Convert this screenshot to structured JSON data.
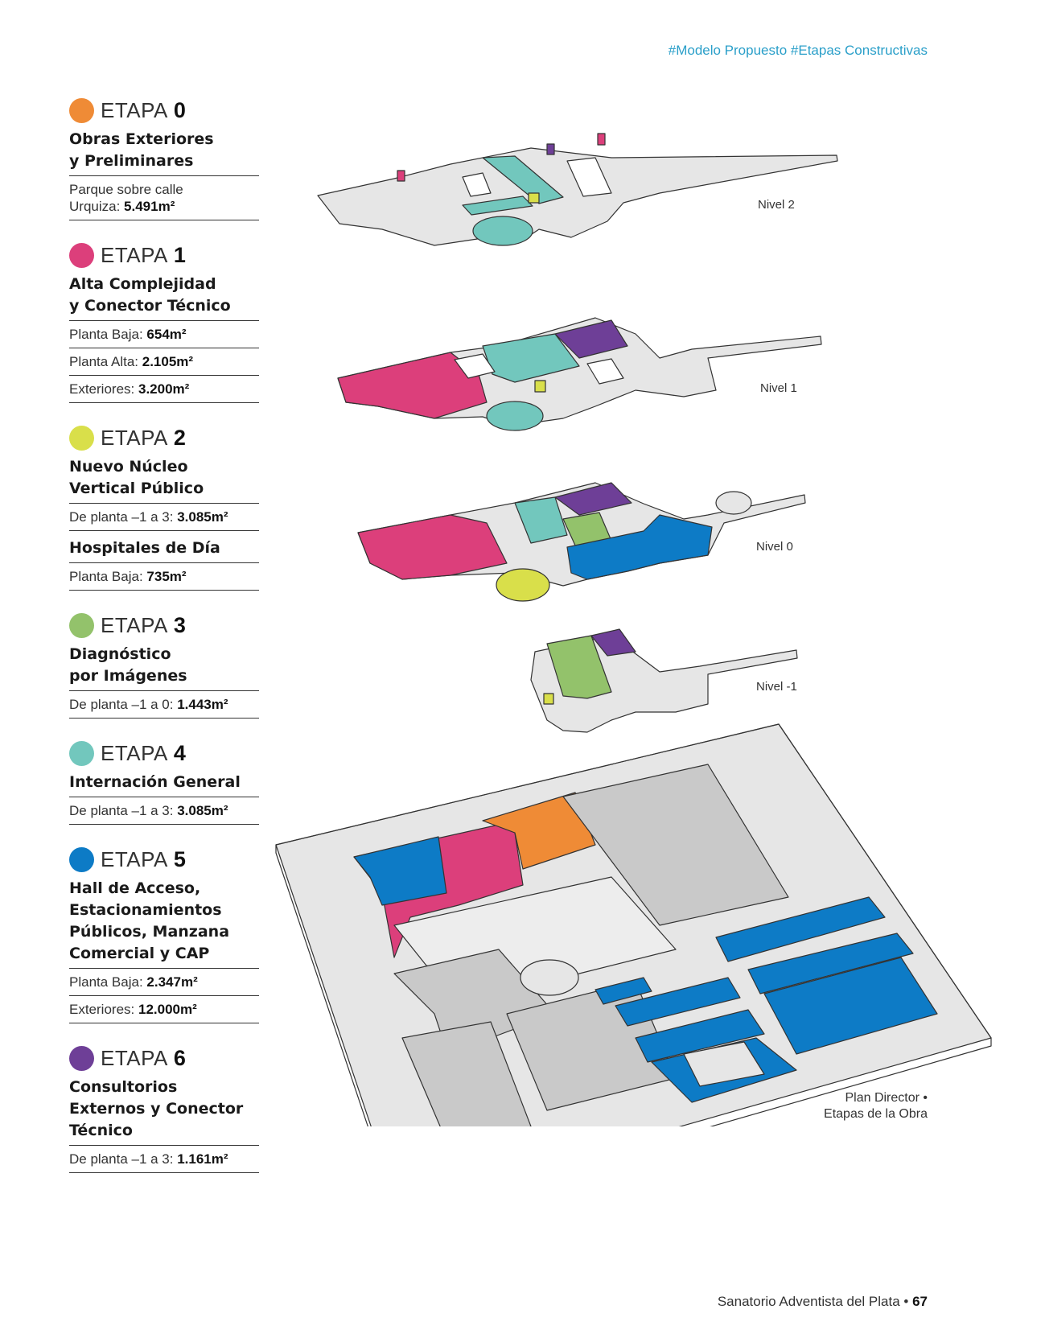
{
  "header": {
    "hashtags": "#Modelo Propuesto #Etapas Constructivas"
  },
  "colors": {
    "etapa0": "#ef8b36",
    "etapa1": "#dc3f7b",
    "etapa2": "#d9df4a",
    "etapa3": "#93c26b",
    "etapa4": "#72c7bd",
    "etapa5": "#0d7bc6",
    "etapa6": "#6e3f97",
    "building": "#e6e6e6",
    "outline": "#333333"
  },
  "stages": [
    {
      "word": "ETAPA",
      "num": "0",
      "title": "Obras Exteriores\ny Preliminares",
      "rows": [
        {
          "label": "Parque sobre calle\nUrquiza: ",
          "value": "5.491m²"
        }
      ]
    },
    {
      "word": "ETAPA",
      "num": "1",
      "title": "Alta Complejidad\ny Conector Técnico",
      "rows": [
        {
          "label": "Planta Baja: ",
          "value": "654m²"
        },
        {
          "label": "Planta Alta: ",
          "value": "2.105m²"
        },
        {
          "label": "Exteriores: ",
          "value": "3.200m²"
        }
      ]
    },
    {
      "word": "ETAPA",
      "num": "2",
      "title": "Nuevo Núcleo\nVertical Público",
      "rows": [
        {
          "label": "De planta –1 a 3: ",
          "value": "3.085m²"
        }
      ],
      "subtitle": "Hospitales de Día",
      "subrows": [
        {
          "label": "Planta Baja: ",
          "value": "735m²"
        }
      ]
    },
    {
      "word": "ETAPA",
      "num": "3",
      "title": "Diagnóstico\npor Imágenes",
      "rows": [
        {
          "label": "De planta –1 a 0: ",
          "value": "1.443m²"
        }
      ]
    },
    {
      "word": "ETAPA",
      "num": "4",
      "title": "Internación General",
      "rows": [
        {
          "label": "De planta –1 a 3: ",
          "value": "3.085m²"
        }
      ]
    },
    {
      "word": "ETAPA",
      "num": "5",
      "title": "Hall de Acceso,\nEstacionamientos\nPúblicos, Manzana\nComercial y CAP",
      "rows": [
        {
          "label": "Planta Baja: ",
          "value": "2.347m²"
        },
        {
          "label": "Exteriores: ",
          "value": "12.000m²"
        }
      ]
    },
    {
      "word": "ETAPA",
      "num": "6",
      "title": "Consultorios\nExternos y Conector\nTécnico",
      "rows": [
        {
          "label": "De planta –1 a 3: ",
          "value": "1.161m²"
        }
      ]
    }
  ],
  "levels": {
    "n2": "Nivel 2",
    "n1": "Nivel 1",
    "n0": "Nivel 0",
    "nm1": "Nivel -1"
  },
  "caption": {
    "line1": "Plan Director •",
    "line2": "Etapas de la Obra"
  },
  "footer": {
    "name": "Sanatorio Adventista del Plata •",
    "page": "67"
  }
}
